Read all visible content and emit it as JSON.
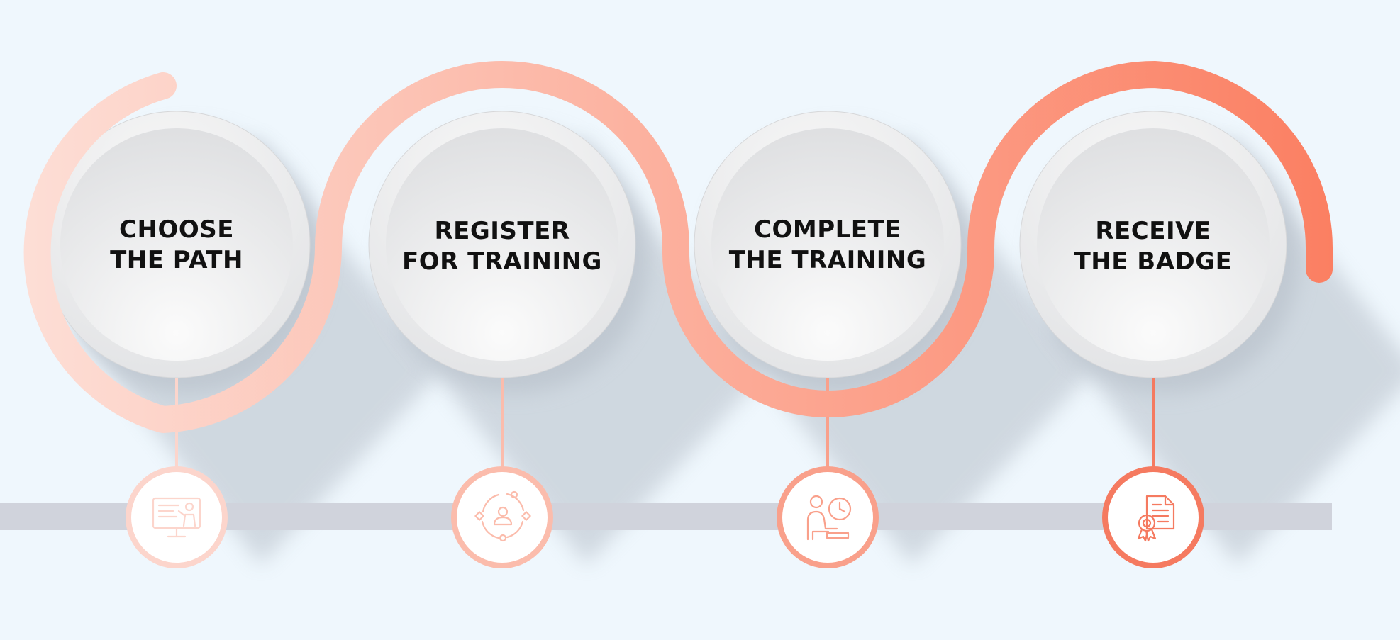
{
  "steps": [
    {
      "line1": "CHOOSE",
      "line2": "THE PATH",
      "icon": "presentation-screen-icon",
      "color": "#fcd5cc"
    },
    {
      "line1": "REGISTER",
      "line2": "FOR TRAINING",
      "icon": "user-network-icon",
      "color": "#fbbcac"
    },
    {
      "line1": "COMPLETE",
      "line2": "THE TRAINING",
      "icon": "study-clock-icon",
      "color": "#f9a08b"
    },
    {
      "line1": "RECEIVE",
      "line2": "THE BADGE",
      "icon": "certificate-badge-icon",
      "color": "#f57a60"
    }
  ],
  "colors": {
    "background": "#eff7fd",
    "baseline": "#d0d3dc",
    "gradient_start": "#fde0d8",
    "gradient_end": "#fb7f62"
  }
}
